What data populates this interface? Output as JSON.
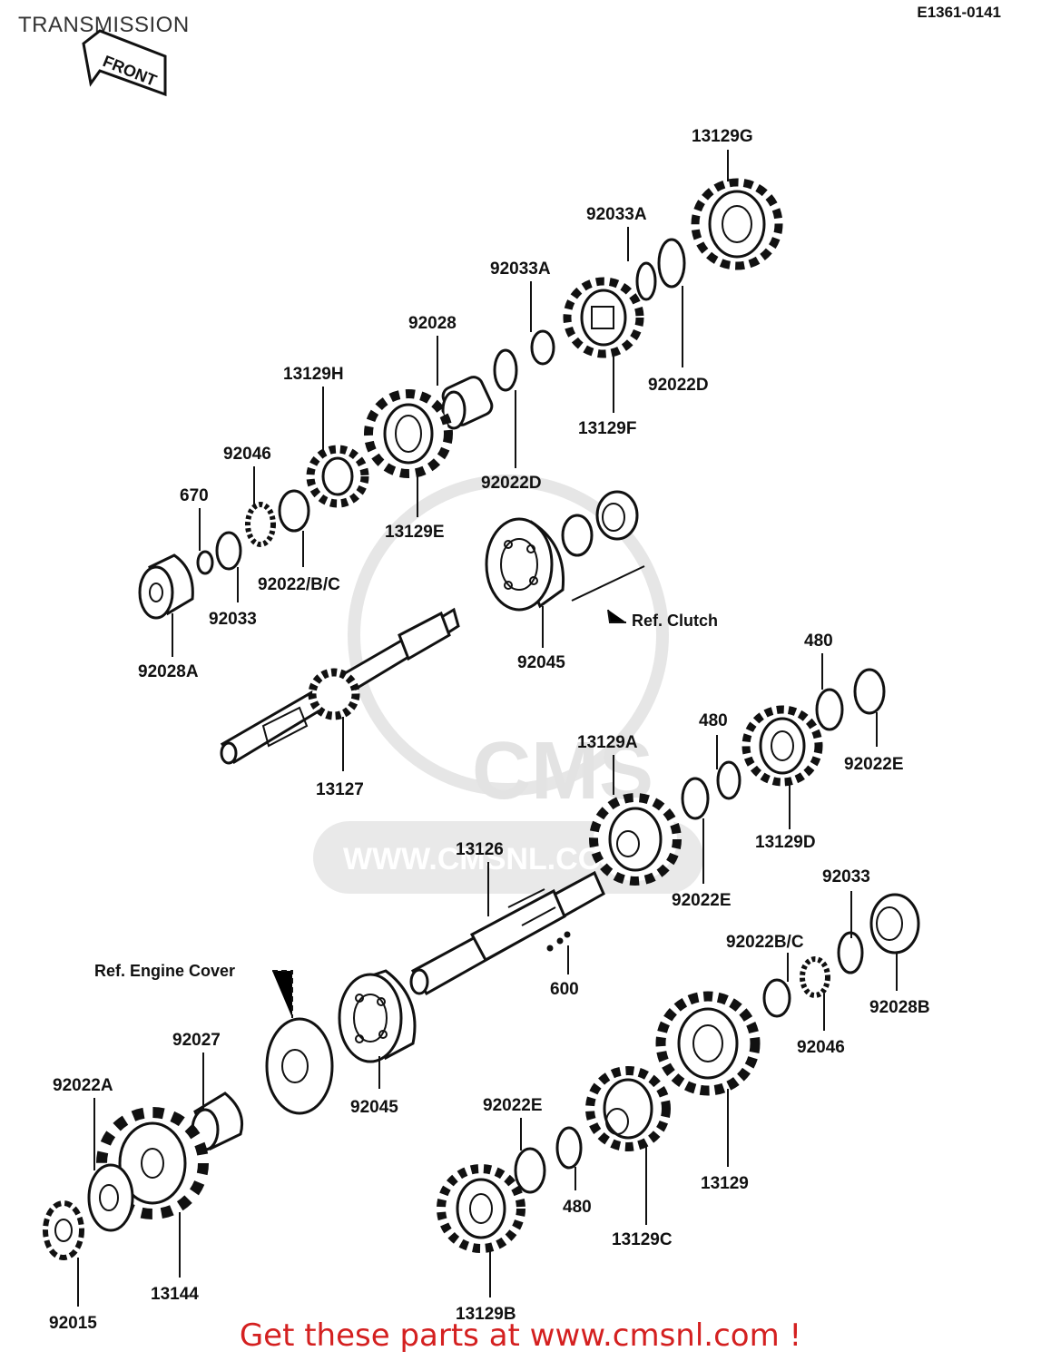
{
  "header": {
    "title": "TRANSMISSION",
    "code": "E1361-0141",
    "front_badge": "FRONT"
  },
  "watermark": {
    "brand": "CMS",
    "url": "WWW.CMSNL.COM"
  },
  "parts": {
    "p13129G": "13129G",
    "p92033A_a": "92033A",
    "p92033A_b": "92033A",
    "p92028": "92028",
    "p13129H": "13129H",
    "p92022D_a": "92022D",
    "p92046_a": "92046",
    "p670": "670",
    "p13129F": "13129F",
    "p92022D_b": "92022D",
    "p13129E": "13129E",
    "p92022BC_a": "92022/B/C",
    "p92033_a": "92033",
    "p92028A": "92028A",
    "p92045_a": "92045",
    "p480_a": "480",
    "p480_b": "480",
    "p92022E_a": "92022E",
    "p13129A": "13129A",
    "p13127": "13127",
    "p13129D": "13129D",
    "p13126": "13126",
    "p92022E_b": "92022E",
    "p92033_b": "92033",
    "p92022BC_b": "92022B/C",
    "p600": "600",
    "p92028B": "92028B",
    "p92046_b": "92046",
    "p92027": "92027",
    "p92022A": "92022A",
    "p92045_b": "92045",
    "p92022E_c": "92022E",
    "p13129": "13129",
    "p480_c": "480",
    "p13129C": "13129C",
    "p13144": "13144",
    "p13129B": "13129B",
    "p92015": "92015"
  },
  "references": {
    "clutch": "Ref.  Clutch",
    "engine_cover": "Ref.  Engine Cover"
  },
  "footer": {
    "promo": "Get these parts at www.cmsnl.com !"
  },
  "colors": {
    "promo": "#d42020",
    "line": "#111111",
    "watermark": "#e6e6e6"
  }
}
